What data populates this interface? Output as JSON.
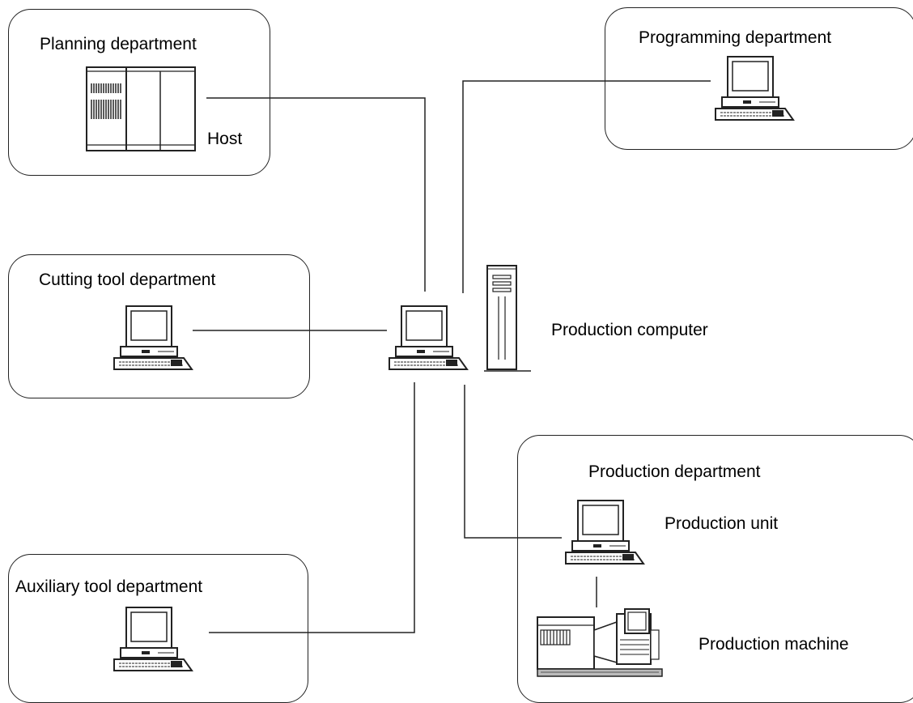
{
  "departments": {
    "planning": {
      "title": "Planning department",
      "device_label": "Host",
      "icon": "mainframe-icon"
    },
    "programming": {
      "title": "Programming department",
      "icon": "workstation-icon"
    },
    "cutting_tool": {
      "title": "Cutting tool department",
      "icon": "workstation-icon"
    },
    "auxiliary_tool": {
      "title": "Auxiliary tool department",
      "icon": "workstation-icon"
    },
    "production": {
      "title": "Production department",
      "unit_label": "Production unit",
      "machine_label": "Production machine",
      "icons": [
        "workstation-icon",
        "machine-tool-icon"
      ]
    }
  },
  "central": {
    "label": "Production computer",
    "icons": [
      "workstation-icon",
      "tower-server-icon"
    ]
  },
  "colors": {
    "line": "#222222",
    "box_border": "#222222",
    "background": "#ffffff"
  }
}
